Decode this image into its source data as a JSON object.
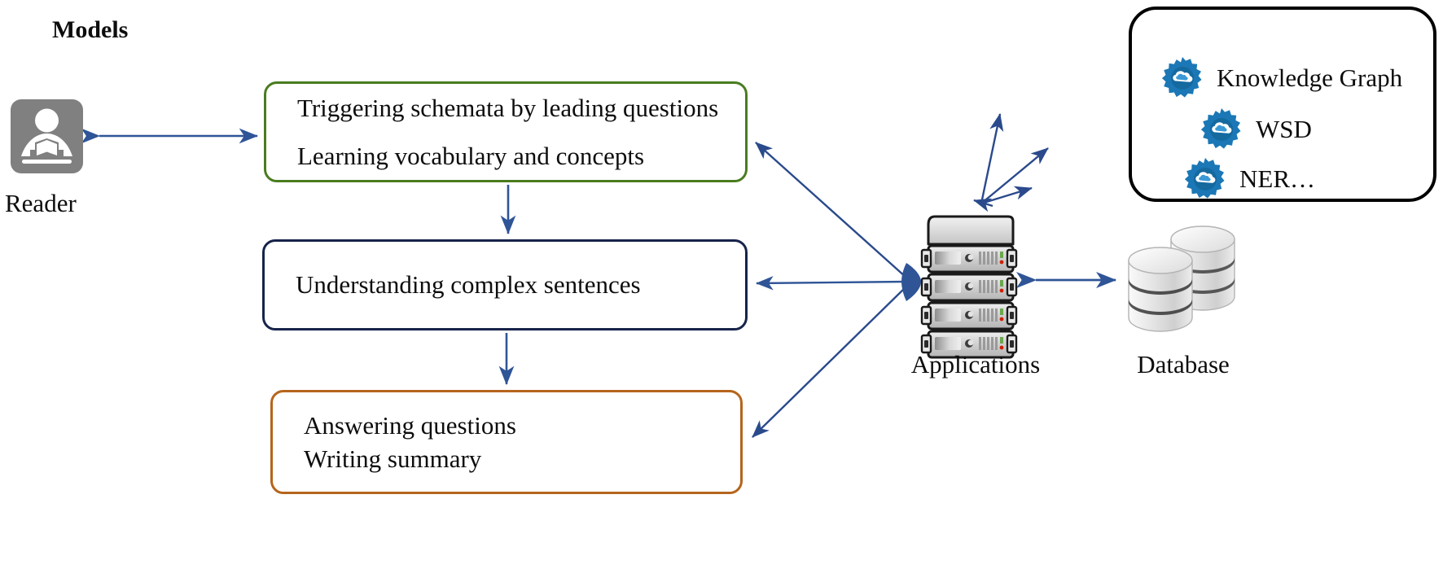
{
  "diagram": {
    "title": "Reading comprehension system architecture",
    "colors": {
      "arrow_blue": "#2f5597",
      "arrow_navy": "#1f3864",
      "box_green": "#4a7c1f",
      "box_navy": "#17244a",
      "box_orange": "#b5651d",
      "gear_blue": "#1b77b5",
      "gear_blue_dark": "#14699f",
      "reader_gray": "#808080",
      "server_gray": "#c9c9c9",
      "database_gray": "#d9d9d9"
    }
  },
  "reader": {
    "label": "Reader",
    "icon": "reader-person-book-icon"
  },
  "process_boxes": [
    {
      "id": "schemata",
      "border_color": "#4a7c1f",
      "lines": [
        "Triggering schemata by leading questions",
        "Learning vocabulary and concepts"
      ]
    },
    {
      "id": "understanding",
      "border_color": "#17244a",
      "lines": [
        "Understanding complex sentences"
      ]
    },
    {
      "id": "answering",
      "border_color": "#b5651d",
      "lines": [
        "Answering questions",
        "Writing summary"
      ]
    }
  ],
  "models_panel": {
    "title": "Models",
    "items": [
      {
        "label": "Knowledge Graph",
        "icon": "gear-cloud-icon"
      },
      {
        "label": "WSD",
        "icon": "gear-cloud-icon"
      },
      {
        "label": "NER…",
        "icon": "gear-cloud-icon"
      }
    ]
  },
  "applications": {
    "label": "Applications",
    "icon": "server-rack-icon",
    "unit_count": 4
  },
  "database": {
    "label": "Database",
    "icon": "database-cylinders-icon",
    "cylinder_stacks": 2
  },
  "connections": [
    {
      "from": "reader",
      "to": "schemata",
      "style": "double-arrow"
    },
    {
      "from": "schemata",
      "to": "understanding",
      "style": "single-arrow-down"
    },
    {
      "from": "understanding",
      "to": "answering",
      "style": "single-arrow-down"
    },
    {
      "from": "applications",
      "to": "schemata",
      "style": "single-arrow"
    },
    {
      "from": "applications",
      "to": "understanding",
      "style": "single-arrow"
    },
    {
      "from": "applications",
      "to": "answering",
      "style": "single-arrow"
    },
    {
      "from": "applications",
      "to": "database",
      "style": "double-arrow"
    },
    {
      "from": "applications",
      "to": "models_knowledge_graph",
      "style": "single-arrow"
    },
    {
      "from": "applications",
      "to": "models_wsd",
      "style": "single-arrow"
    },
    {
      "from": "applications",
      "to": "models_ner",
      "style": "single-arrow"
    }
  ]
}
